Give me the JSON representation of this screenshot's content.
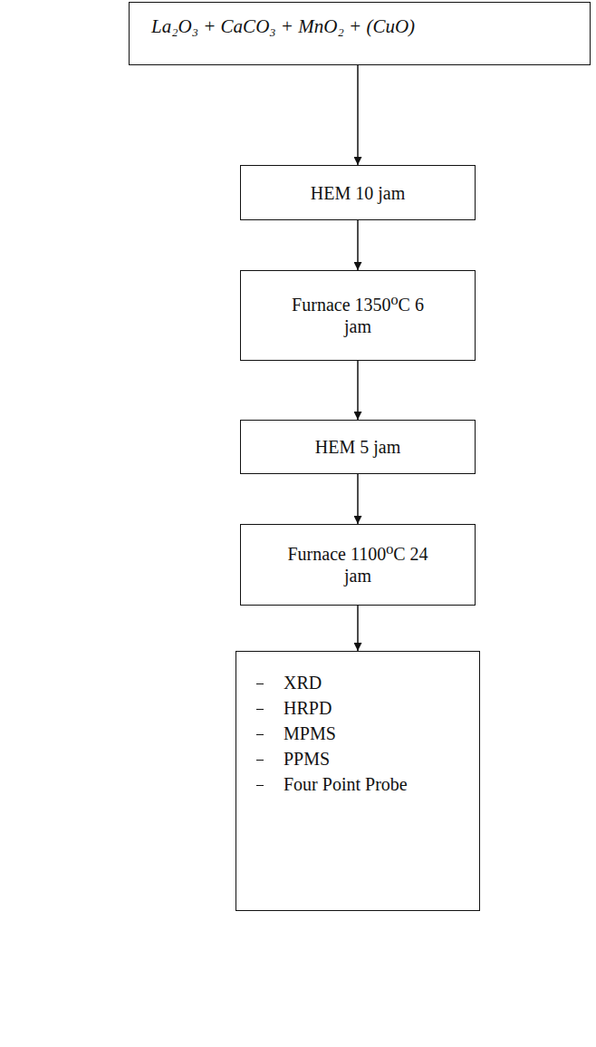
{
  "diagram": {
    "nodes": [
      {
        "text": [
          "La₂O₃ + CaCO₃ + MnO₂ + (CuO)"
        ]
      },
      {
        "text": [
          "HEM 10 jam"
        ]
      },
      {
        "text": [
          "Furnace 1350⁰C 6 jam"
        ]
      },
      {
        "text": [
          "HEM 5 jam"
        ]
      },
      {
        "text": [
          "Furnace 1100⁰C 24 jam"
        ]
      },
      {
        "text": [
          "XRD",
          "HRPD",
          "MPMS",
          "PPMS",
          "Four Point Probe"
        ]
      }
    ],
    "edges": [
      {
        "from": 0,
        "to": 1,
        "arrow": "to"
      },
      {
        "from": 1,
        "to": 2,
        "arrow": "to"
      },
      {
        "from": 2,
        "to": 3,
        "arrow": "to"
      },
      {
        "from": 3,
        "to": 4,
        "arrow": "to"
      },
      {
        "from": 4,
        "to": 5,
        "arrow": "to"
      }
    ]
  }
}
